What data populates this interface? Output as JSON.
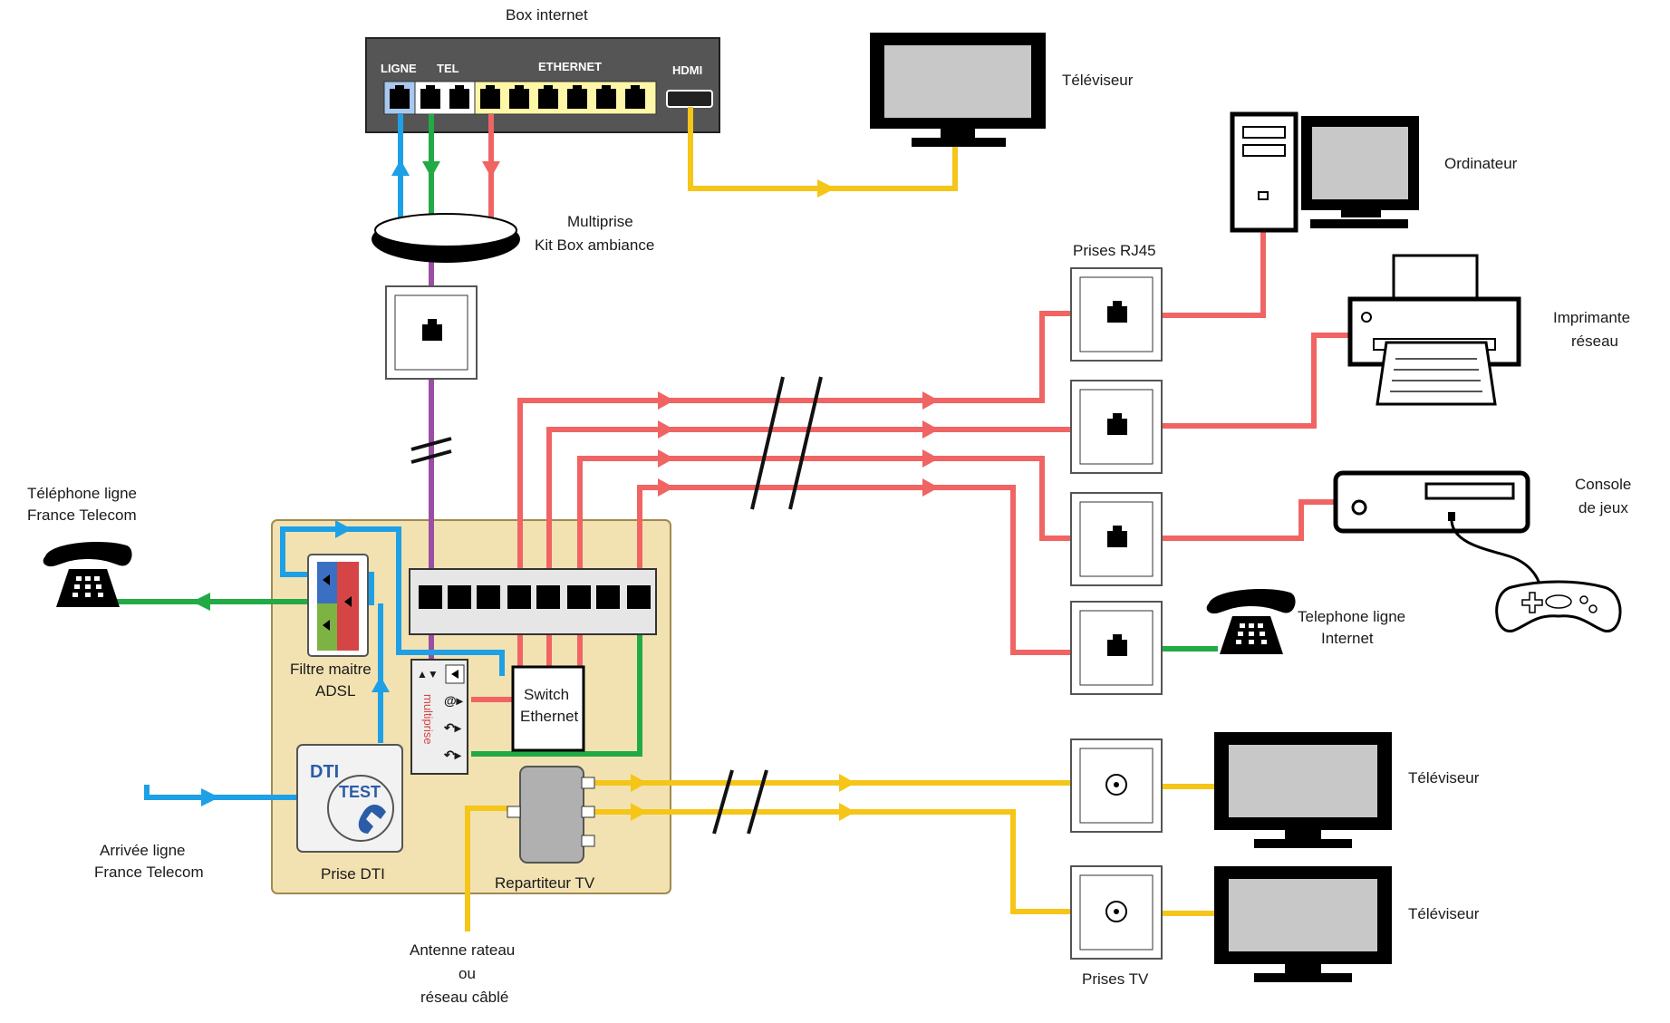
{
  "labels": {
    "box_internet": "Box internet",
    "port_ligne": "LIGNE",
    "port_tel": "TEL",
    "port_ethernet": "ETHERNET",
    "port_hdmi": "HDMI",
    "tv_top": "Téléviseur",
    "ordinateur": "Ordinateur",
    "multiprise_1": "Multiprise",
    "multiprise_2": "Kit Box ambiance",
    "prises_rj45": "Prises RJ45",
    "imprimante_1": "Imprimante",
    "imprimante_2": "réseau",
    "console_1": "Console",
    "console_2": "de jeux",
    "tel_ft_1": "Téléphone ligne",
    "tel_ft_2": "France Telecom",
    "tel_internet_1": "Telephone ligne",
    "tel_internet_2": "Internet",
    "filtre_1": "Filtre maitre",
    "filtre_2": "ADSL",
    "switch_1": "Switch",
    "switch_2": "Ethernet",
    "multiprise_vertical": "multiprise",
    "dti_title": "DTI",
    "dti_test": "TEST",
    "prise_dti": "Prise DTI",
    "arrivee_1": "Arrivée ligne",
    "arrivee_2": "France Telecom",
    "repartiteur": "Repartiteur TV",
    "antenne_1": "Antenne rateau",
    "antenne_2": "ou",
    "antenne_3": "réseau câblé",
    "tv_mid": "Téléviseur",
    "tv_bot": "Téléviseur",
    "prises_tv": "Prises  TV"
  },
  "colors": {
    "ethernet": "#f06464",
    "phone": "#22aa44",
    "adsl": "#1ea0e6",
    "hdmi_tv": "#f5c518",
    "purple": "#9b4ea5",
    "box_body": "#555555",
    "panel": "#f2e2b2"
  }
}
